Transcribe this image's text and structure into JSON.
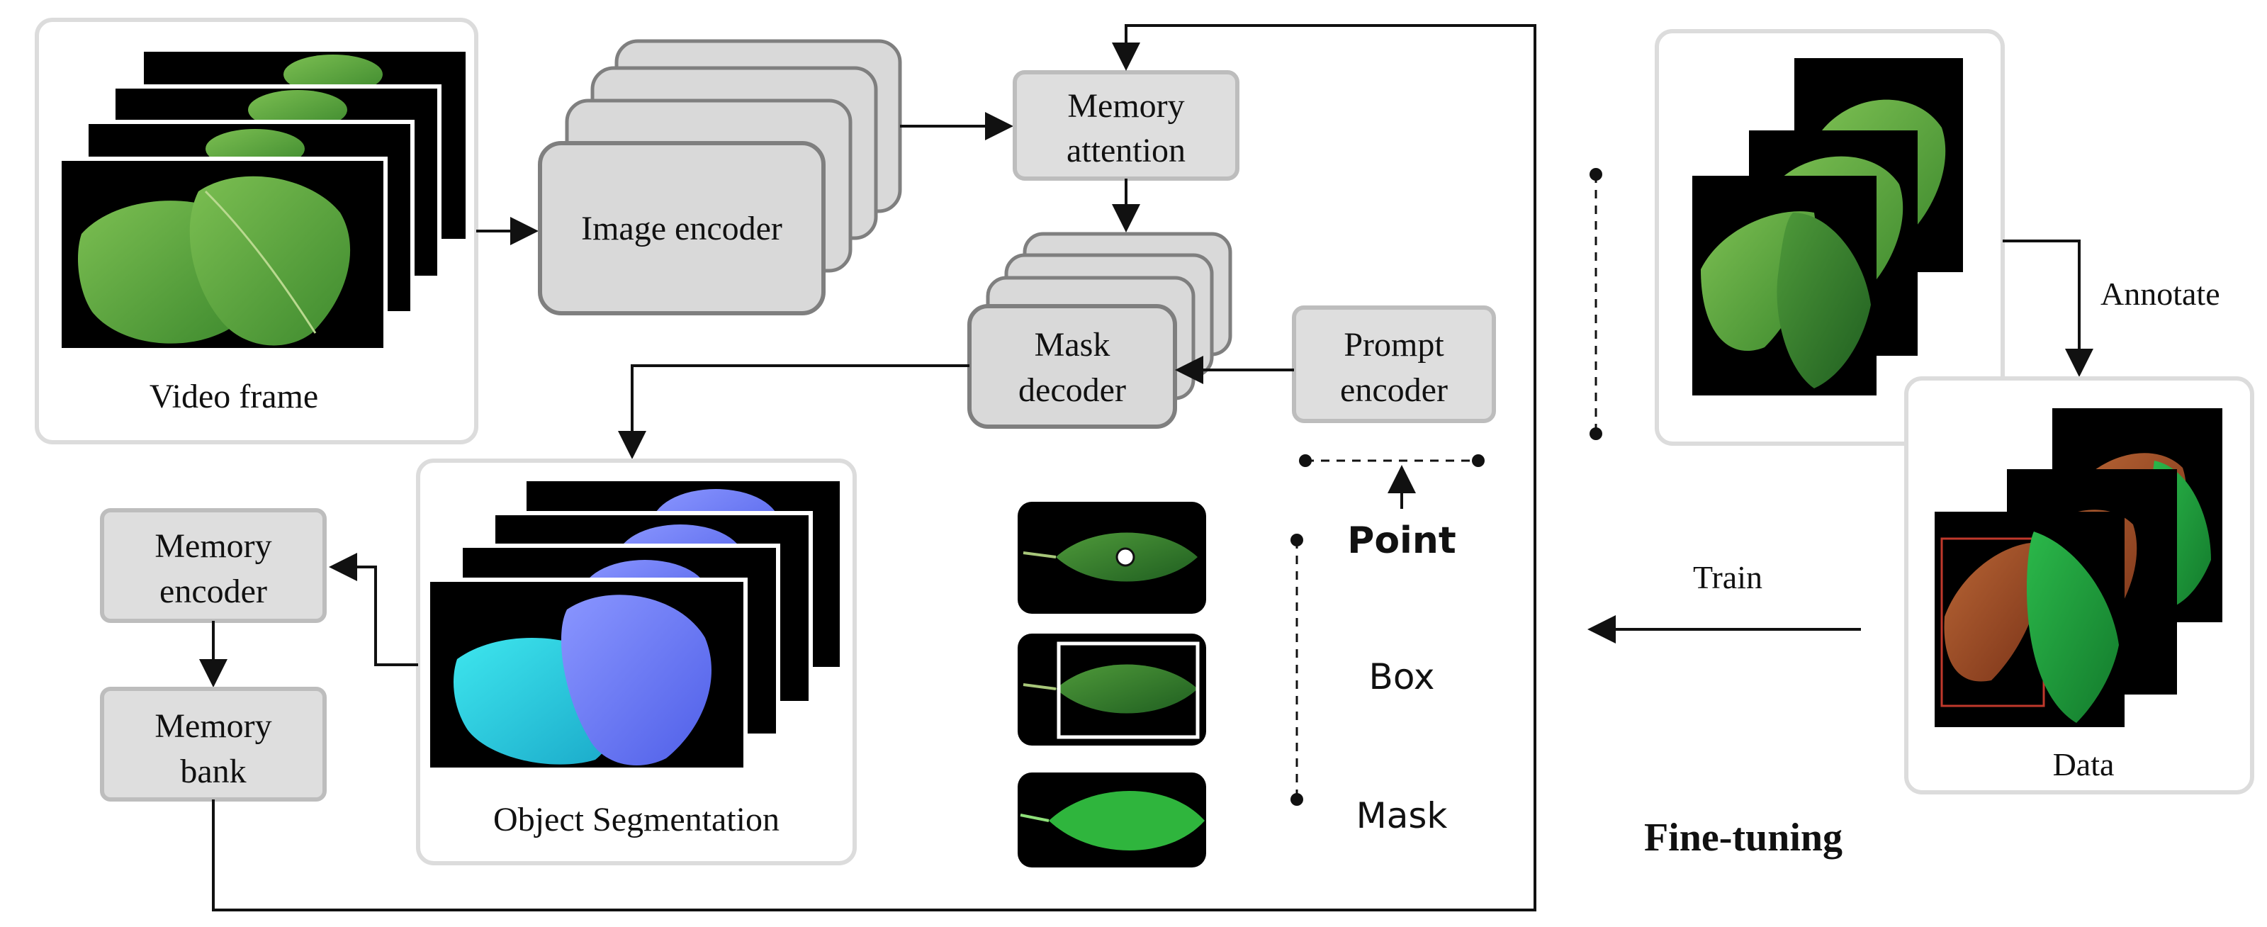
{
  "labels": {
    "video_frame": "Video frame",
    "image_encoder": "Image encoder",
    "memory_attention_line1": "Memory",
    "memory_attention_line2": "attention",
    "mask_decoder_line1": "Mask",
    "mask_decoder_line2": "decoder",
    "prompt_encoder_line1": "Prompt",
    "prompt_encoder_line2": "encoder",
    "memory_encoder_line1": "Memory",
    "memory_encoder_line2": "encoder",
    "memory_bank_line1": "Memory",
    "memory_bank_line2": "bank",
    "object_segmentation": "Object Segmentation",
    "prompt_point": "Point",
    "prompt_box": "Box",
    "prompt_mask": "Mask",
    "annotate": "Annotate",
    "train": "Train",
    "data": "Data",
    "fine_tuning": "Fine-tuning"
  },
  "colors": {
    "leaf_green": "#5aa83a",
    "leaf_dark": "#2f7a2c",
    "seg_cyan": "#22d3df",
    "seg_blue": "#6b7cff",
    "anno_brown": "#9a4a25",
    "anno_green": "#1f9a3a",
    "box_gray": "#dedede"
  },
  "icons": {
    "video_frames": "leaf-photo-stack",
    "segmentation": "segmented-leaf-stack",
    "fine_tune_source": "leaf-photo-stack",
    "annotated_data": "annotated-leaf-stack"
  }
}
